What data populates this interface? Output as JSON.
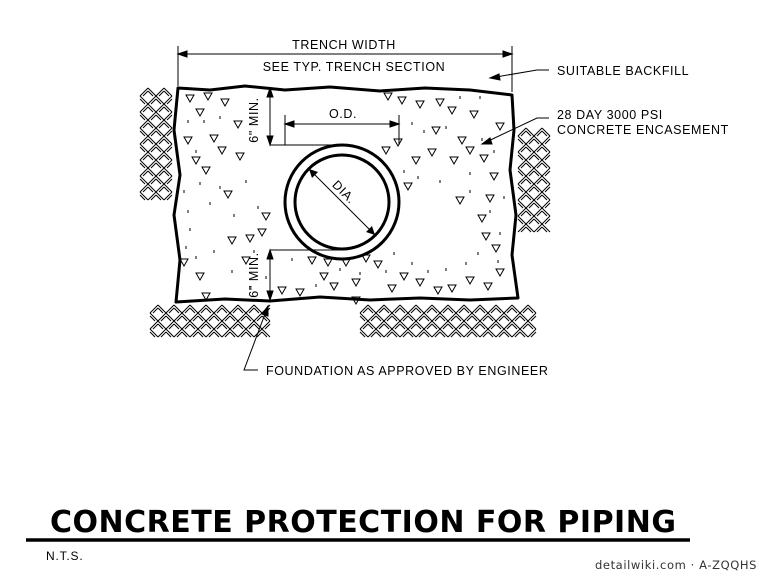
{
  "title": "CONCRETE PROTECTION FOR PIPING",
  "scale_note": "N.T.S.",
  "watermark": "detailwiki.com · A-ZQQHS",
  "labels": {
    "trench_width": "TRENCH WIDTH",
    "see_section": "SEE TYP. TRENCH SECTION",
    "backfill": "SUITABLE  BACKFILL",
    "concrete_line1": "28 DAY 3000 PSI",
    "concrete_line2": "CONCRETE ENCASEMENT",
    "od": "O.D.",
    "dia": "DIA.",
    "min_top": "6\" MIN.",
    "min_bottom": "6\" MIN.",
    "foundation": "FOUNDATION AS APPROVED BY ENGINEER"
  }
}
